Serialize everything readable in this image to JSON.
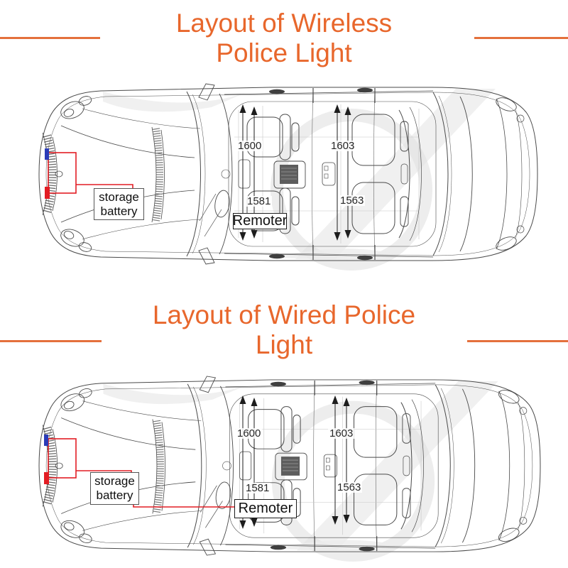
{
  "titles": {
    "wireless": {
      "line1": "Layout of Wireless",
      "line2": "Police Light"
    },
    "wired": {
      "line1": "Layout of Wired Police",
      "line2": "Light"
    }
  },
  "colors": {
    "title_orange": "#E8672C",
    "divider_orange": "#E4703C",
    "annotation_red": "#E21D24",
    "police_light_blue": "#2B3CB8",
    "line_art_gray": "#4A4A4A"
  },
  "diagrams": {
    "wireless": {
      "storage_battery_label": "storage battery",
      "remoter_label": "Remoter",
      "seat_codes": {
        "front_top": "1600",
        "rear_top": "1603",
        "front_bottom": "1581",
        "rear_bottom": "1563"
      }
    },
    "wired": {
      "storage_battery_label": "storage battery",
      "remoter_label": "Remoter",
      "seat_codes": {
        "front_top": "1600",
        "rear_top": "1603",
        "front_bottom": "1581",
        "rear_bottom": "1563"
      }
    }
  }
}
